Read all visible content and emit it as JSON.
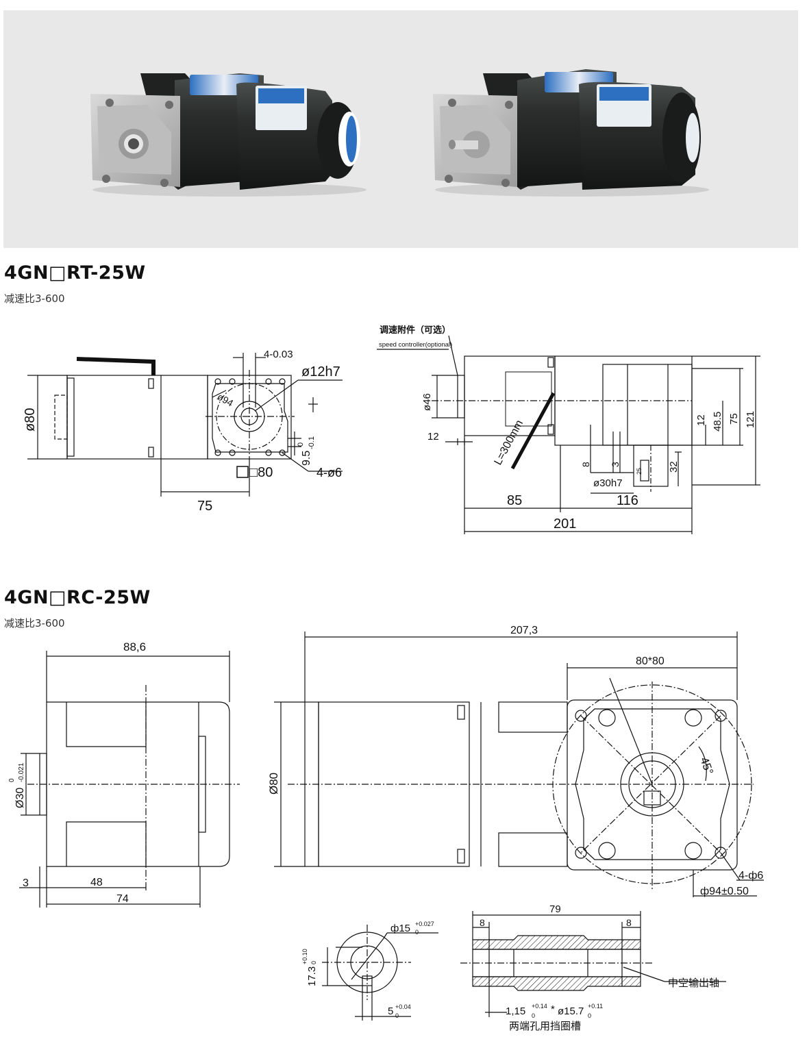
{
  "section1": {
    "title": "4GN□RT-25W",
    "ratio": "减速比3-600",
    "front_view": {
      "dim_key": "4-0.03",
      "dim_shaft": "ø12h7",
      "dim_pcd": "ø94",
      "dim_body": "ø80",
      "dim_square": "□80",
      "dim_key_height": "9.5",
      "dim_key_tol_upper": "0",
      "dim_key_tol_lower": "-0.1",
      "dim_holes": "4-ø6",
      "dim_length": "75"
    },
    "side_view": {
      "controller_label_cn": "调速附件（可选）",
      "controller_label_en": "speed controller(optional)",
      "dim_knob": "ø46",
      "dim_knob_depth": "12",
      "dim_cable": "L=300mm",
      "dim_8": "8",
      "dim_3": "3",
      "dim_pilot": "ø30h7",
      "dim_shaft_len": "25",
      "dim_32": "32",
      "dim_12": "12",
      "dim_48_5": "48.5",
      "dim_75": "75",
      "dim_121": "121",
      "dim_85": "85",
      "dim_116": "116",
      "dim_201": "201"
    }
  },
  "section2": {
    "title": "4GN□RC-25W",
    "ratio": "减速比3-600",
    "left_view": {
      "dim_width": "88,6",
      "dim_bore": "Ø30",
      "dim_bore_tol_upper": "0",
      "dim_bore_tol_lower": "-0.021",
      "dim_3": "3",
      "dim_48": "48",
      "dim_74": "74"
    },
    "main_view": {
      "dim_total": "207,3",
      "dim_flange": "80*80",
      "dim_body": "Ø80",
      "dim_angle": "45°",
      "dim_holes": "4-ф6",
      "dim_pcd": "ф94±0.50"
    },
    "bore_detail": {
      "dim_bore": "ф15",
      "dim_bore_tol_upper": "+0.027",
      "dim_bore_tol_lower": "0",
      "dim_keyway_height": "17.3",
      "dim_keyway_tol_upper": "+0.10",
      "dim_keyway_tol_lower": "0",
      "dim_keyway_width": "5",
      "dim_keyway_width_tol_upper": "+0.04",
      "dim_keyway_width_tol_lower": "0"
    },
    "shaft_detail": {
      "dim_length": "79",
      "dim_left_8": "8",
      "dim_right_8": "8",
      "label_hollow_shaft": "中空输出轴",
      "dim_groove": "1,15",
      "dim_groove_tol_upper": "+0.14",
      "dim_groove_tol_lower": "0",
      "dim_groove_sep": "*",
      "dim_groove_dia": "ø15.7",
      "dim_groove_dia_tol_upper": "+0.11",
      "dim_groove_dia_tol_lower": "0",
      "label_groove": "两端孔用挡圈槽"
    }
  }
}
